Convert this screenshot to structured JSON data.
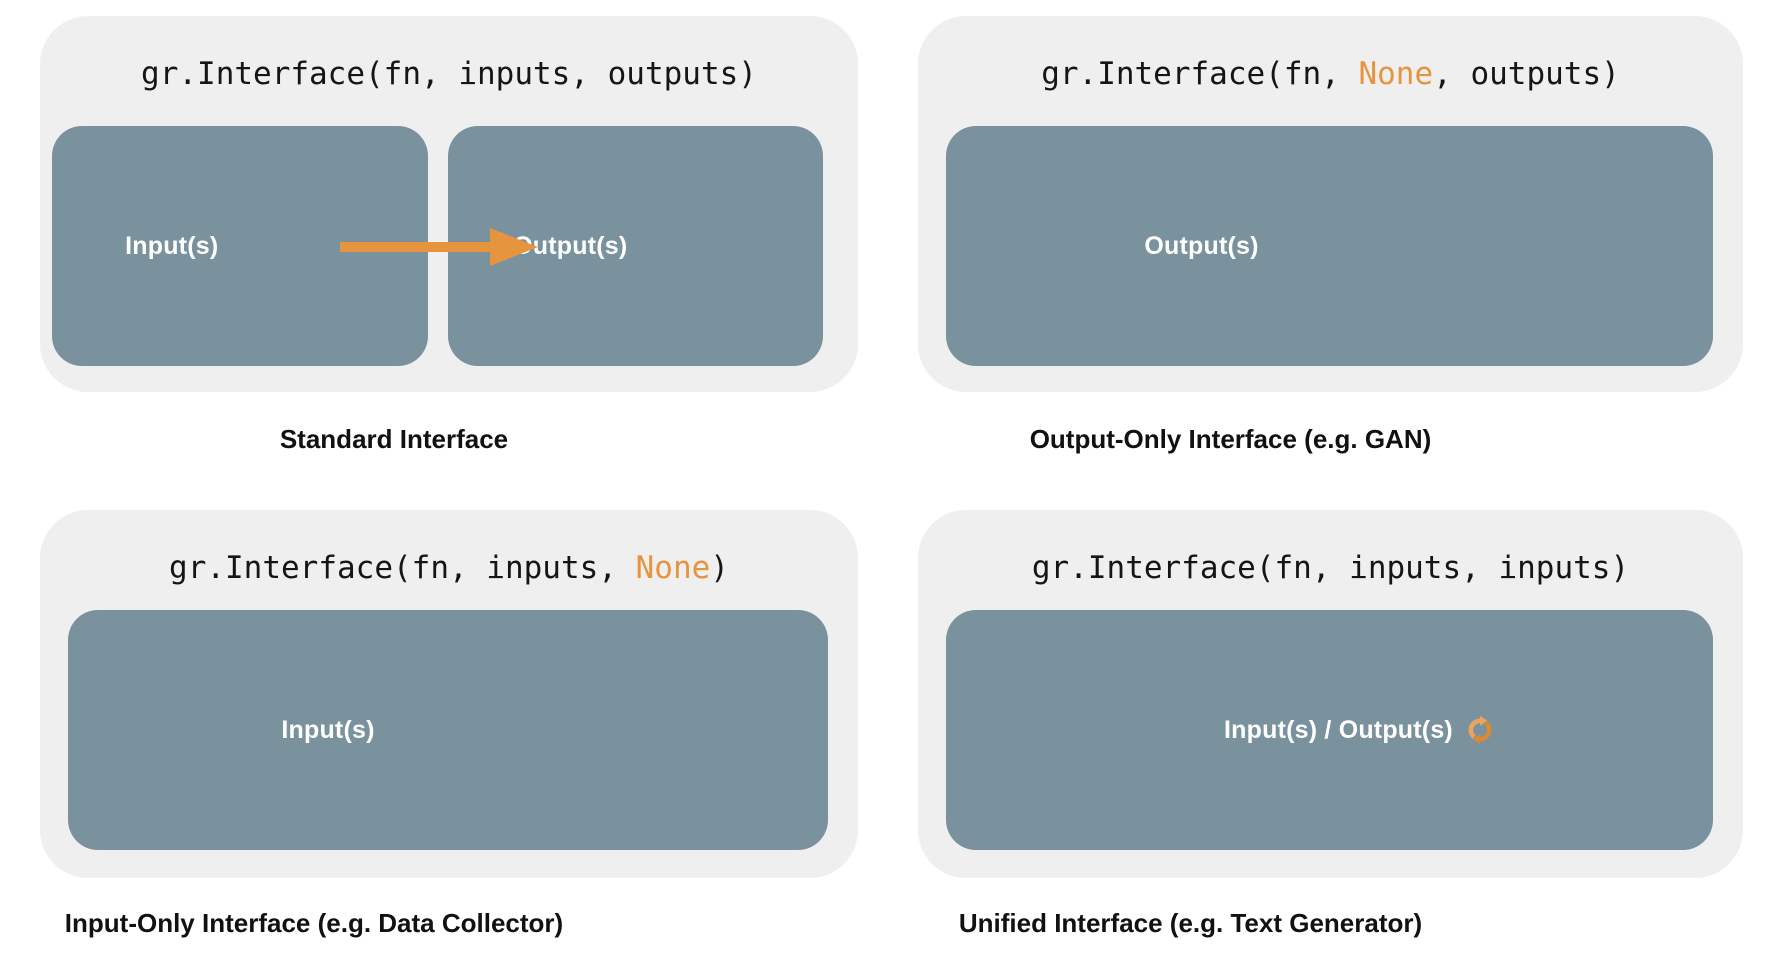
{
  "colors": {
    "accent_orange": "#e6953e",
    "box_slate": "#7a919e",
    "panel_gray": "#efefef",
    "icon_orange_light": "#eda45c",
    "icon_orange_dark": "#db8a31",
    "code_text": "#151515",
    "caption_text": "#111111",
    "label_text": "#ffffff"
  },
  "icons": {
    "flow_arrow": "arrow-right-icon",
    "unified_cycle": "refresh-icon"
  },
  "panels": {
    "standard": {
      "code_prefix": "gr.Interface(fn, inputs, outputs)",
      "code_accent": "",
      "code_suffix": "",
      "input_label": "Input(s)",
      "output_label": "Output(s)",
      "caption": "Standard Interface"
    },
    "output_only": {
      "code_prefix": "gr.Interface(fn, ",
      "code_accent": "None",
      "code_suffix": ", outputs)",
      "box_label": "Output(s)",
      "caption": "Output-Only Interface (e.g. GAN)"
    },
    "input_only": {
      "code_prefix": "gr.Interface(fn, inputs, ",
      "code_accent": "None",
      "code_suffix": ")",
      "box_label": "Input(s)",
      "caption": "Input-Only Interface (e.g. Data Collector)"
    },
    "unified": {
      "code_prefix": "gr.Interface(fn, inputs, inputs)",
      "code_accent": "",
      "code_suffix": "",
      "box_label": "Input(s) / Output(s)",
      "caption": "Unified Interface (e.g. Text Generator)"
    }
  }
}
